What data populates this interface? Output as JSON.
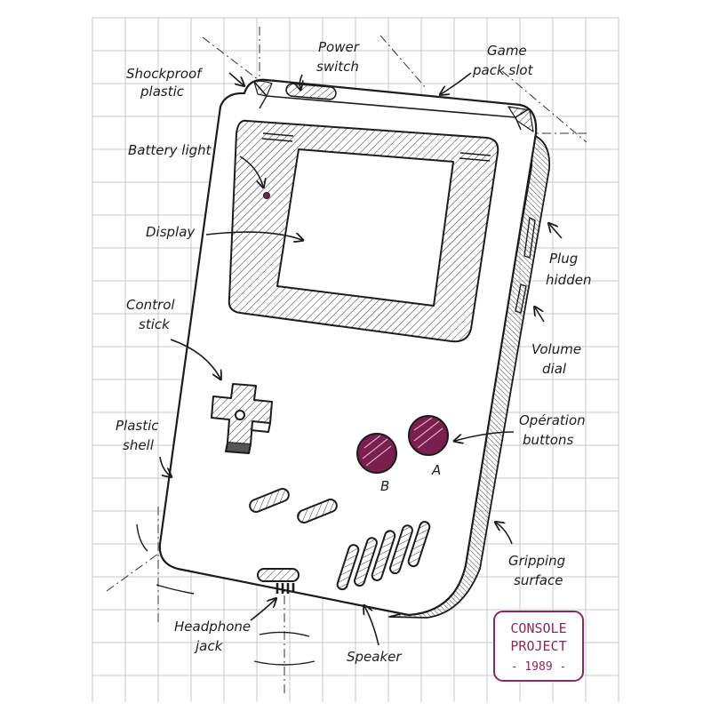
{
  "labels": {
    "shockproof": [
      "Shockproof",
      "plastic"
    ],
    "power": [
      "Power",
      "switch"
    ],
    "game_pack": [
      "Game",
      "pack slot"
    ],
    "battery": [
      "Battery light"
    ],
    "display": [
      "Display"
    ],
    "plug": [
      "Plug",
      "hidden"
    ],
    "control": [
      "Control",
      "stick"
    ],
    "volume": [
      "Volume",
      "dial"
    ],
    "plastic_shell": [
      "Plastic",
      "shell"
    ],
    "operation": [
      "Opération",
      "buttons"
    ],
    "gripping": [
      "Gripping",
      "surface"
    ],
    "headphone": [
      "Headphone",
      "jack"
    ],
    "speaker": [
      "Speaker"
    ]
  },
  "buttons": {
    "b": "B",
    "a": "A"
  },
  "stamp": {
    "line1": "CONSOLE",
    "line2": "PROJECT",
    "line3": "- 1989 -"
  },
  "colors": {
    "grid": "#c9c9c9",
    "ink": "#1c1c1c",
    "accent": "#7a1f4e",
    "stamp": "#8a2a5a"
  }
}
